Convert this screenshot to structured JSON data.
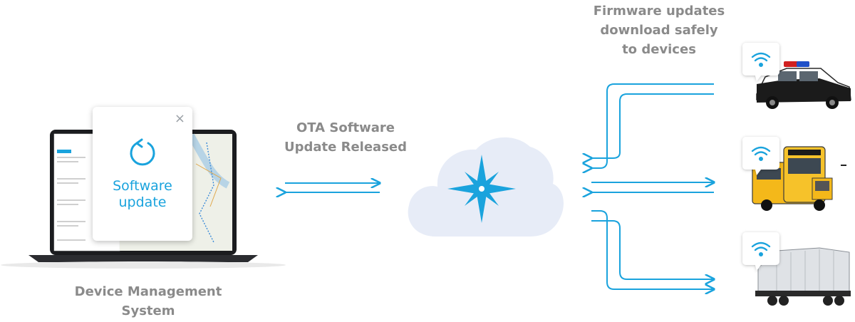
{
  "labels": {
    "ota": [
      "OTA Software",
      "Update Released"
    ],
    "firmware": [
      "Firmware updates",
      "download safely",
      "to devices"
    ],
    "dms": [
      "Device Management",
      "System"
    ]
  },
  "card": {
    "title": [
      "Software",
      "update"
    ],
    "close_glyph": "×",
    "icon": "refresh-icon"
  },
  "devices": [
    {
      "name": "police-car",
      "icon": "wifi-icon"
    },
    {
      "name": "school-bus",
      "icon": "wifi-icon"
    },
    {
      "name": "rail-car",
      "icon": "wifi-icon"
    }
  ],
  "colors": {
    "accent": "#1aa3dd",
    "label": "#8a8a8a",
    "cloud": "#e7ecf7",
    "star": "#1aa3dd"
  }
}
